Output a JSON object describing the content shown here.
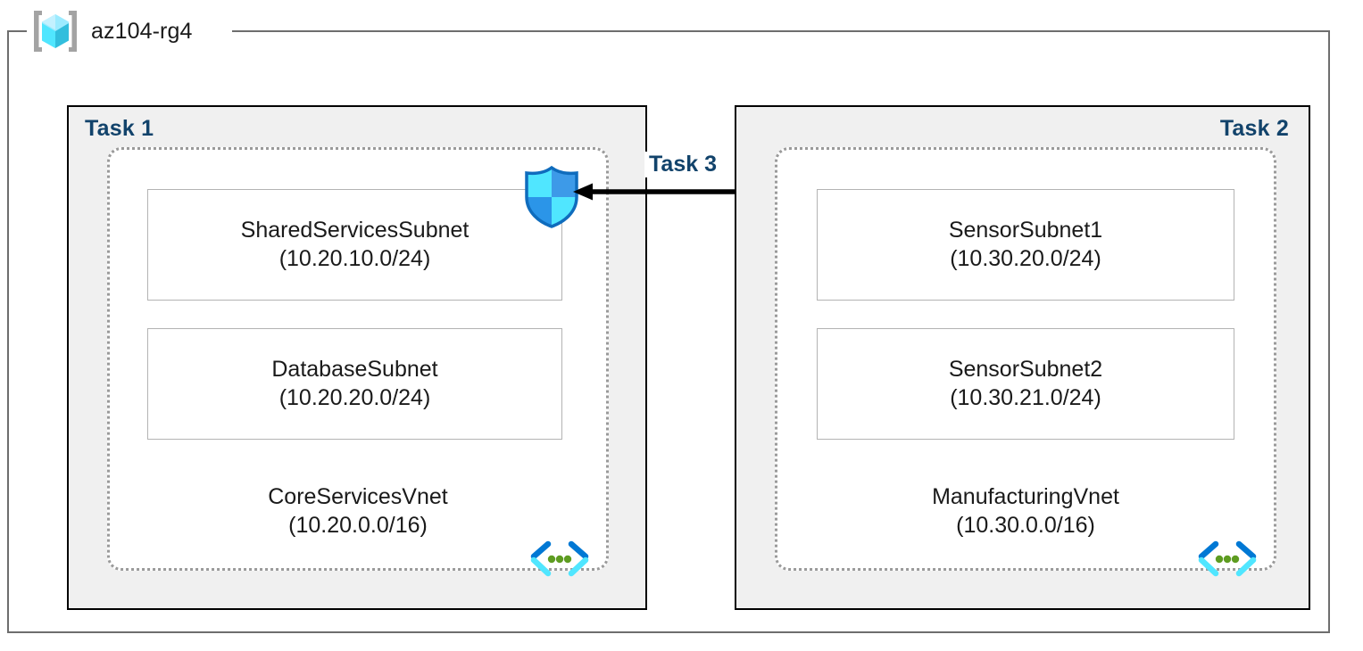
{
  "resource_group": {
    "name": "az104-rg4",
    "icon": "resource-group-cube-icon"
  },
  "tasks": [
    {
      "id": "task1",
      "label": "Task 1",
      "align": "left"
    },
    {
      "id": "task2",
      "label": "Task 2",
      "align": "right"
    },
    {
      "id": "task3",
      "label": "Task 3",
      "align": "center"
    }
  ],
  "vnets": [
    {
      "id": "core-services",
      "name": "CoreServicesVnet",
      "cidr": "(10.20.0.0/16)",
      "task": "Task 1",
      "icon": "virtual-network-icon",
      "subnets": [
        {
          "name": "SharedServicesSubnet",
          "cidr": "(10.20.10.0/24)"
        },
        {
          "name": "DatabaseSubnet",
          "cidr": "(10.20.20.0/24)"
        }
      ]
    },
    {
      "id": "manufacturing",
      "name": "ManufacturingVnet",
      "cidr": "(10.30.0.0/16)",
      "task": "Task 2",
      "icon": "virtual-network-icon",
      "subnets": [
        {
          "name": "SensorSubnet1",
          "cidr": "(10.30.20.0/24)"
        },
        {
          "name": "SensorSubnet2",
          "cidr": "(10.30.21.0/24)"
        }
      ]
    }
  ],
  "icons": {
    "nsg": "network-security-group-shield-icon",
    "peering": "vnet-peering-shield-monitor-icon",
    "vnet": "virtual-network-brackets-icon",
    "resource_group": "resource-group-cube-icon"
  },
  "connector": {
    "label": "Task 3",
    "direction": "right-to-left",
    "from": "ManufacturingVnet",
    "to": "CoreServicesVnet"
  },
  "colors": {
    "task_label": "#12436b",
    "task_box_fill": "#f0f0f0",
    "task_box_border": "#000000",
    "vnet_border": "#9a9a9a",
    "subnet_border": "#b3b3b3",
    "rg_border": "#6e6e6e",
    "azure_blue": "#0078d4",
    "azure_cyan": "#50e6ff",
    "shield_light": "#32bedd",
    "vnet_dot_green": "#5e9c21",
    "arrow": "#000000"
  }
}
